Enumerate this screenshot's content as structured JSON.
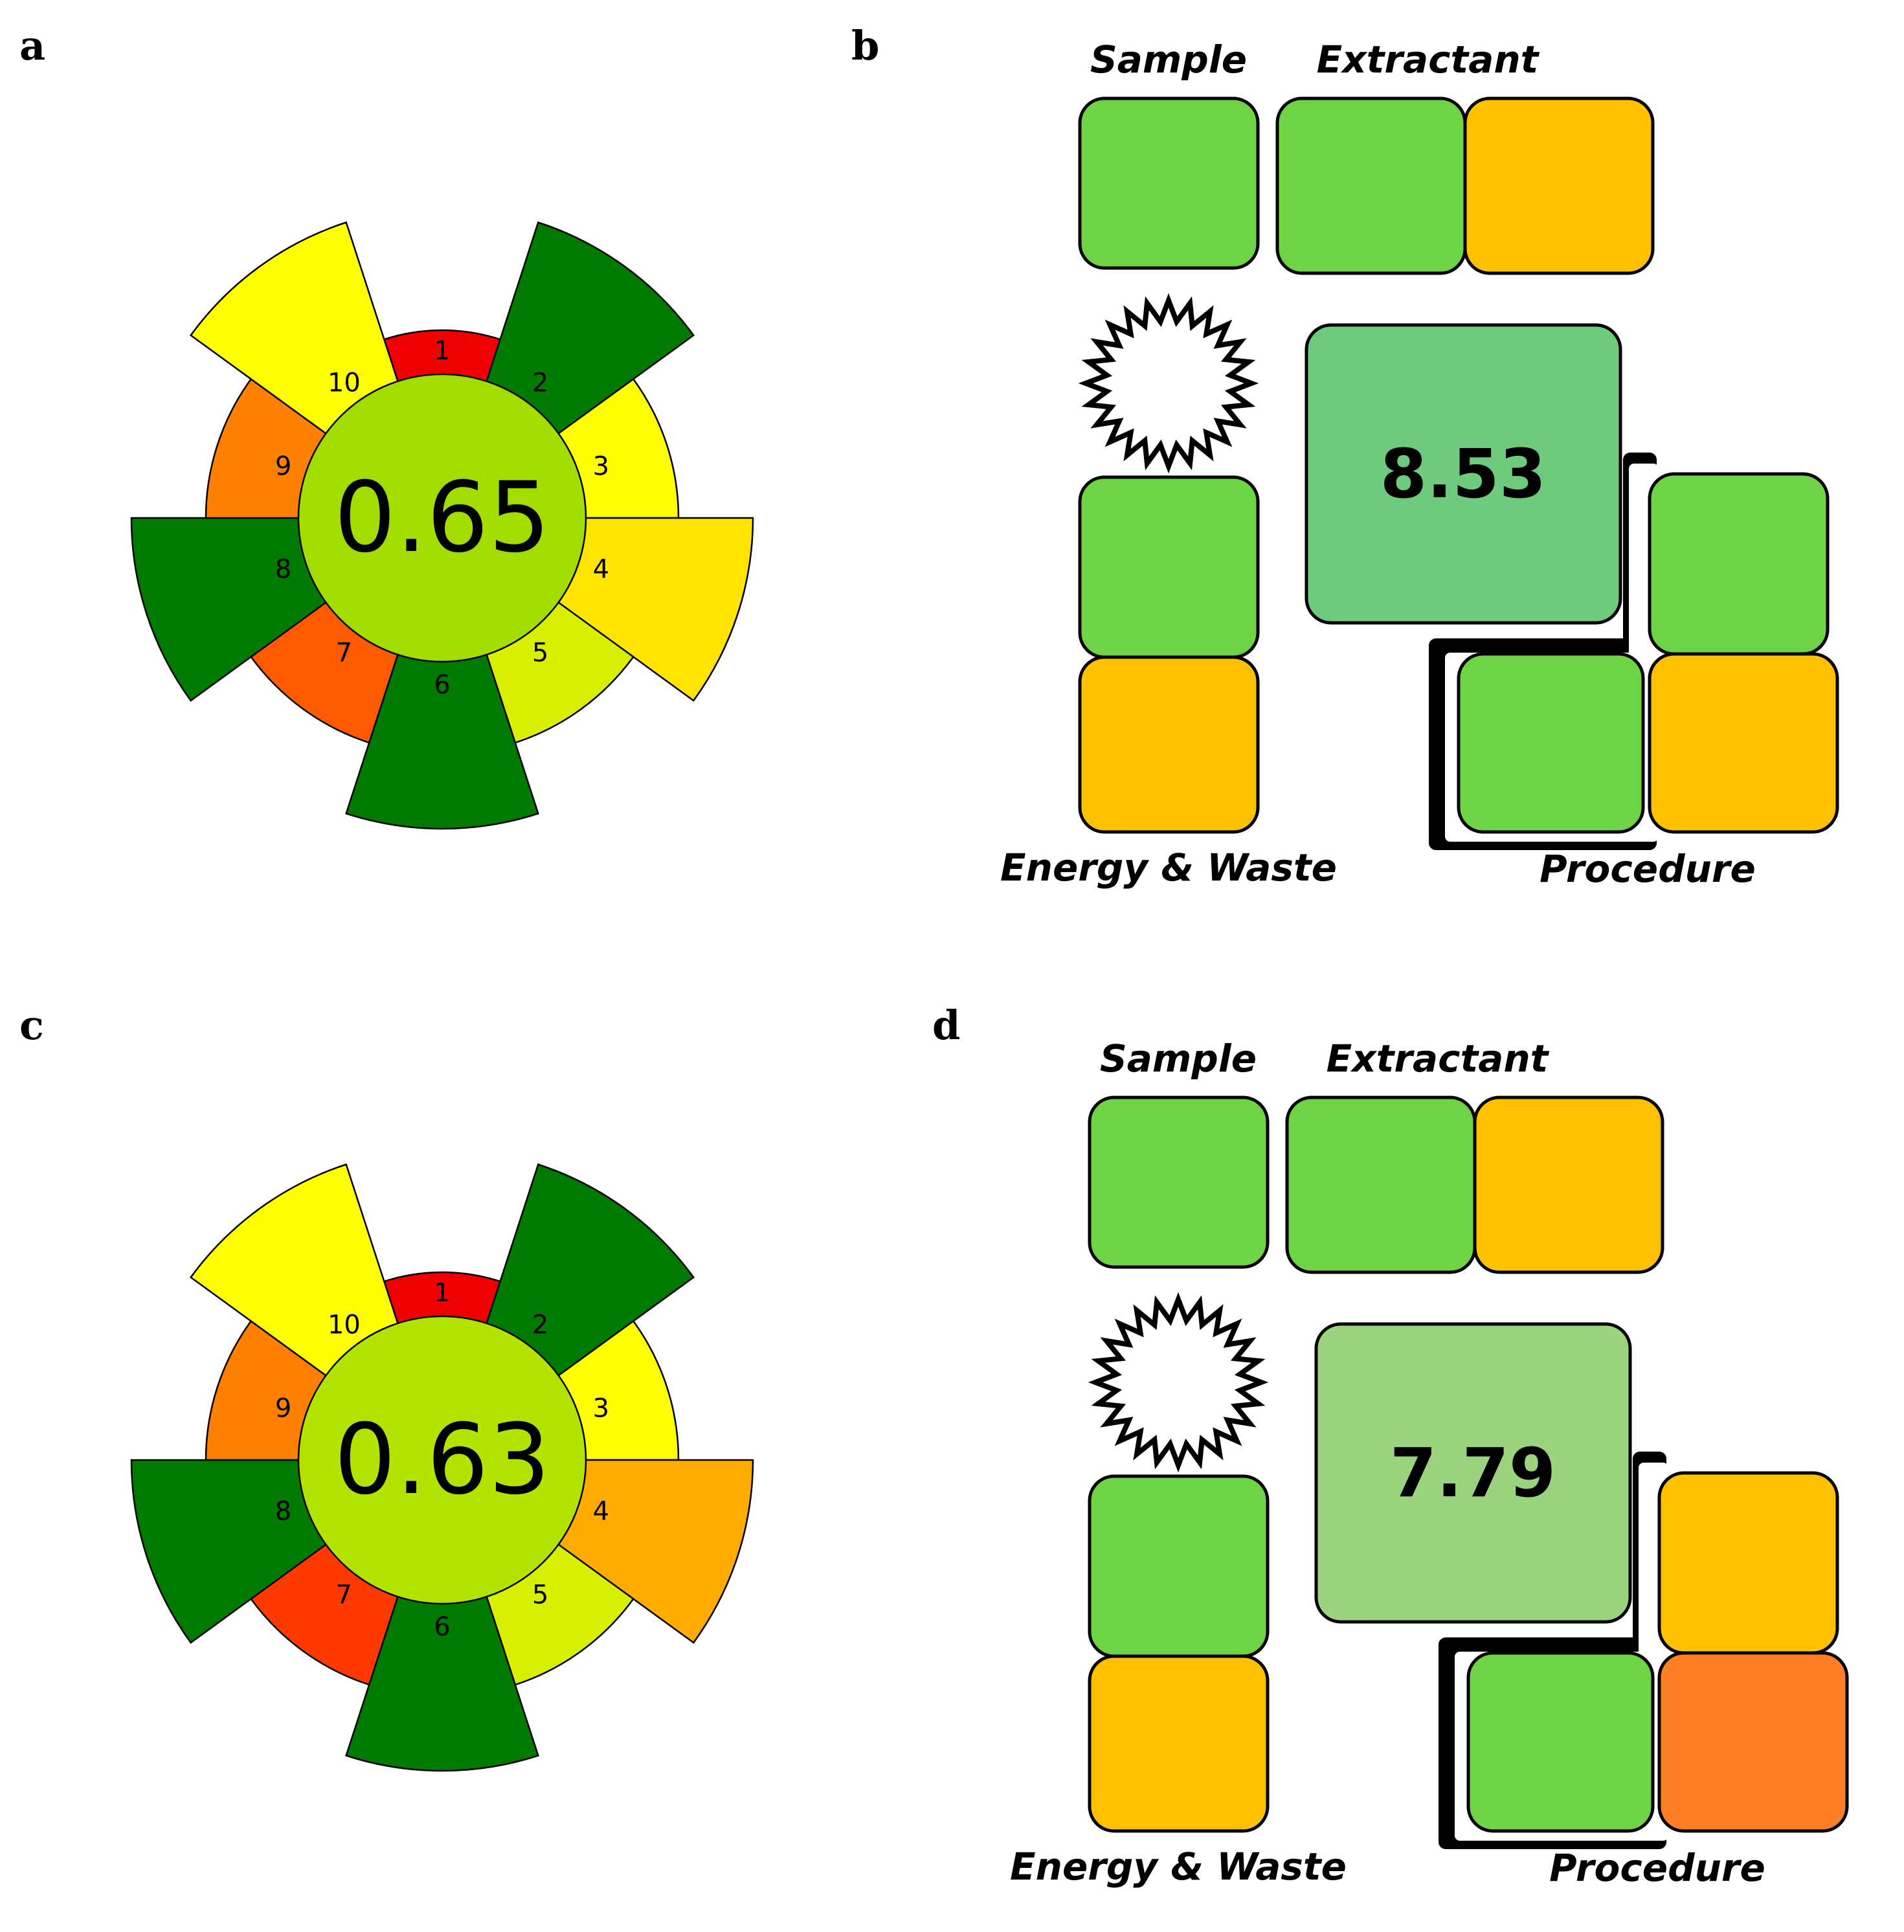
{
  "panels": [
    {
      "letter": "a",
      "type": "agree",
      "score": "0.65",
      "center_color": "#a3dd00",
      "segments": [
        {
          "label": "1",
          "color": "#f00000",
          "level": 0
        },
        {
          "label": "2",
          "color": "#007a00",
          "level": 2
        },
        {
          "label": "3",
          "color": "#ffff00",
          "level": 1
        },
        {
          "label": "4",
          "color": "#ffe400",
          "level": 2
        },
        {
          "label": "5",
          "color": "#d8f000",
          "level": 1
        },
        {
          "label": "6",
          "color": "#007a00",
          "level": 2
        },
        {
          "label": "7",
          "color": "#ff5a00",
          "level": 1
        },
        {
          "label": "8",
          "color": "#007a00",
          "level": 2
        },
        {
          "label": "9",
          "color": "#ff7f00",
          "level": 1
        },
        {
          "label": "10",
          "color": "#ffff00",
          "level": 2
        }
      ]
    },
    {
      "letter": "b",
      "type": "sample_prep",
      "score": "8.53",
      "score_color": "#6ecb7e",
      "labels": {
        "sample": "Sample",
        "extractant": "Extractant",
        "energy": "Energy & Waste",
        "procedure": "Procedure"
      },
      "tiles": {
        "sample": "#6ed446",
        "extractant_1": "#6ed446",
        "extractant_2": "#ffc000",
        "energy_1": "#6ed446",
        "energy_2": "#ffc000",
        "procedure_top": "#6ed446",
        "procedure_bl": "#6ed446",
        "procedure_br": "#ffc000"
      }
    },
    {
      "letter": "c",
      "type": "agree",
      "score": "0.63",
      "center_color": "#b3e300",
      "segments": [
        {
          "label": "1",
          "color": "#f00000",
          "level": 0
        },
        {
          "label": "2",
          "color": "#007a00",
          "level": 2
        },
        {
          "label": "3",
          "color": "#ffff00",
          "level": 1
        },
        {
          "label": "4",
          "color": "#ffab00",
          "level": 2
        },
        {
          "label": "5",
          "color": "#d8f000",
          "level": 1
        },
        {
          "label": "6",
          "color": "#007a00",
          "level": 2
        },
        {
          "label": "7",
          "color": "#ff3a00",
          "level": 1
        },
        {
          "label": "8",
          "color": "#007a00",
          "level": 2
        },
        {
          "label": "9",
          "color": "#ff7f00",
          "level": 1
        },
        {
          "label": "10",
          "color": "#ffff00",
          "level": 2
        }
      ]
    },
    {
      "letter": "d",
      "type": "sample_prep",
      "score": "7.79",
      "score_color": "#9bd37e",
      "labels": {
        "sample": "Sample",
        "extractant": "Extractant",
        "energy": "Energy & Waste",
        "procedure": "Procedure"
      },
      "tiles": {
        "sample": "#6ed446",
        "extractant_1": "#6ed446",
        "extractant_2": "#ffc000",
        "energy_1": "#6ed446",
        "energy_2": "#ffc000",
        "procedure_top": "#ffc000",
        "procedure_bl": "#6ed446",
        "procedure_br": "#ff7f27"
      }
    }
  ]
}
